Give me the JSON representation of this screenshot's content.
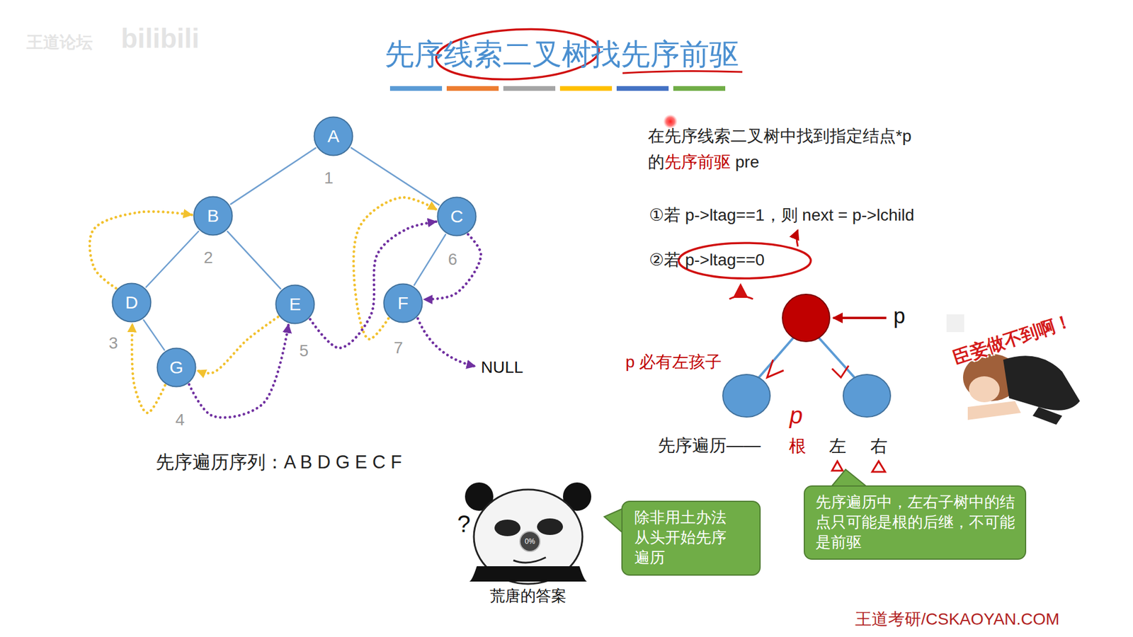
{
  "diagram": {
    "title": "先序线索二叉树找先序前驱",
    "nodes": [
      {
        "text": [
          "A"
        ]
      },
      {
        "text": [
          "B"
        ]
      },
      {
        "text": [
          "C"
        ]
      },
      {
        "text": [
          "D"
        ]
      },
      {
        "text": [
          "E"
        ]
      },
      {
        "text": [
          "F"
        ]
      },
      {
        "text": [
          "G"
        ]
      },
      {
        "text": [
          "先序遍历中，左右子树中的结点只可能是根的后继，不可能是前驱"
        ]
      },
      {
        "text": [
          "除非用土办法从头开始先序遍历"
        ]
      }
    ],
    "edges": [
      {
        "from": 0,
        "to": 1,
        "arrow": "none"
      },
      {
        "from": 0,
        "to": 2,
        "arrow": "none"
      },
      {
        "from": 1,
        "to": 3,
        "arrow": "none"
      },
      {
        "from": 1,
        "to": 4,
        "arrow": "none"
      },
      {
        "from": 2,
        "to": 5,
        "arrow": "none"
      },
      {
        "from": 3,
        "to": 6,
        "arrow": "none"
      },
      {
        "from": 3,
        "to": 1,
        "arrow": "to"
      },
      {
        "from": 6,
        "to": 3,
        "arrow": "to"
      },
      {
        "from": 4,
        "to": 6,
        "arrow": "to"
      },
      {
        "from": 5,
        "to": 2,
        "arrow": "to"
      },
      {
        "from": 6,
        "to": 4,
        "arrow": "to"
      },
      {
        "from": 4,
        "to": 2,
        "arrow": "to"
      },
      {
        "from": 2,
        "to": 5,
        "arrow": "to"
      }
    ],
    "labels": [
      "王道论坛",
      "bilibili",
      "1",
      "2",
      "6",
      "3",
      "5",
      "7",
      "4",
      "NULL",
      "先序遍历序列：A B D G E C F",
      "在先序线索二叉树中找到指定结点*p",
      "的",
      "先序前驱",
      "pre",
      "①若 p->ltag==1，则 next = p->lchild",
      "②若 p->ltag==0",
      "p",
      "p 必有左孩子",
      "p",
      "先序遍历——",
      "根",
      "左",
      "右",
      "?",
      "0%",
      "荒唐的答案",
      "臣妾做不到啊！",
      "王道考研/CSKAOYAN.COM"
    ]
  }
}
